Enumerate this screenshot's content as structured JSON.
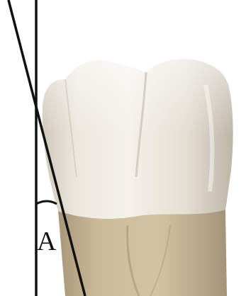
{
  "figure": {
    "angle_label": "A",
    "colors": {
      "background": "#ffffff",
      "enamel_light": "#f2efe7",
      "enamel_mid": "#ddd8cc",
      "enamel_shadow": "#b9b3a6",
      "root": "#c8b795",
      "root_shadow": "#9c8a6c",
      "line": "#111111"
    },
    "elements": [
      "tooth-crown",
      "tooth-root",
      "vertical-reference-line",
      "inclined-axis-line",
      "angle-arc"
    ]
  }
}
